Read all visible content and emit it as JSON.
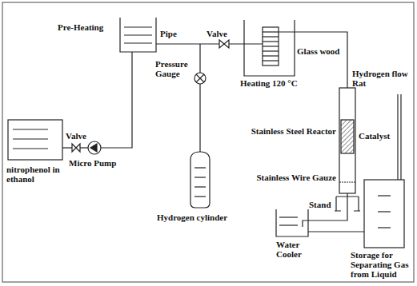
{
  "diagram": {
    "labels": [
      "Pre-Heating",
      "Pipe",
      "Valve",
      "Heating 120 °C",
      "Glass wood",
      "Pressure Gauge",
      "Stainless Steel Reactor",
      "Catalyst",
      "Stainless Wire Gauze",
      "Hydrogen flow Rat",
      "Hydrogen cylinder",
      "nitrophenol in ethanol",
      "Valve",
      "Micro Pump",
      "Stand",
      "Water Cooler",
      "Storage for Separating Gas from Liquid"
    ]
  }
}
